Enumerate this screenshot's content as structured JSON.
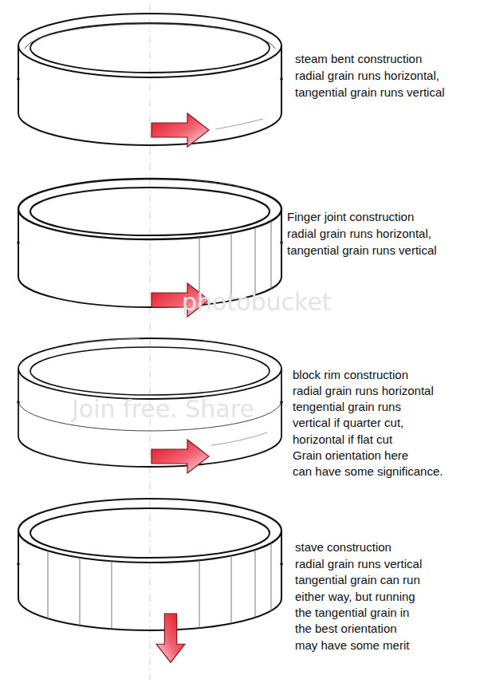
{
  "diagram": {
    "labels": [
      "steam bent construction",
      "radial grain runs horizontal,",
      "tangential grain runs vertical",
      "Finger joint construction",
      "radial grain runs horizontal,",
      "tangential grain runs vertical",
      "block rim construction",
      "radial grain runs horizontal",
      "tengential grain runs",
      "vertical if quarter cut,",
      "horizontal if flat cut",
      "Grain orientation here",
      "can have some significance.",
      "stave construction",
      "radial grain runs vertical",
      "tangential grain can run",
      "either way, but running",
      "the tangential grain in",
      "the best orientation",
      "may have some merit",
      "photobucket",
      "Join free. Share"
    ]
  }
}
